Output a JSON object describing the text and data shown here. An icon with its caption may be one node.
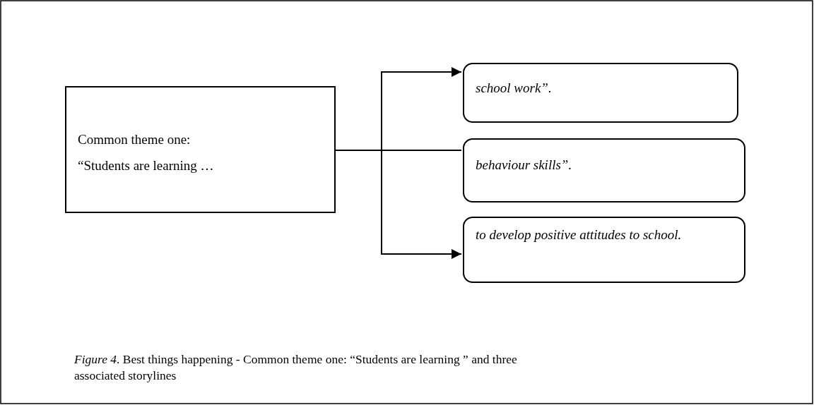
{
  "diagram": {
    "caption": "*Figure 4*. Best things happening - Common theme one: “Students are learning ” and three associated storylines",
    "nodes": [
      {
        "text": [
          "Common theme one:",
          "“Students are learning …"
        ]
      },
      {
        "text": [
          "school work”."
        ]
      },
      {
        "text": [
          "behaviour skills”."
        ]
      },
      {
        "text": [
          "to develop positive attitudes to school."
        ]
      }
    ],
    "edges": [
      {
        "from": 0,
        "to": 1,
        "arrow": "to"
      },
      {
        "from": 0,
        "to": 2,
        "arrow": "none"
      },
      {
        "from": 0,
        "to": 3,
        "arrow": "to"
      }
    ]
  }
}
